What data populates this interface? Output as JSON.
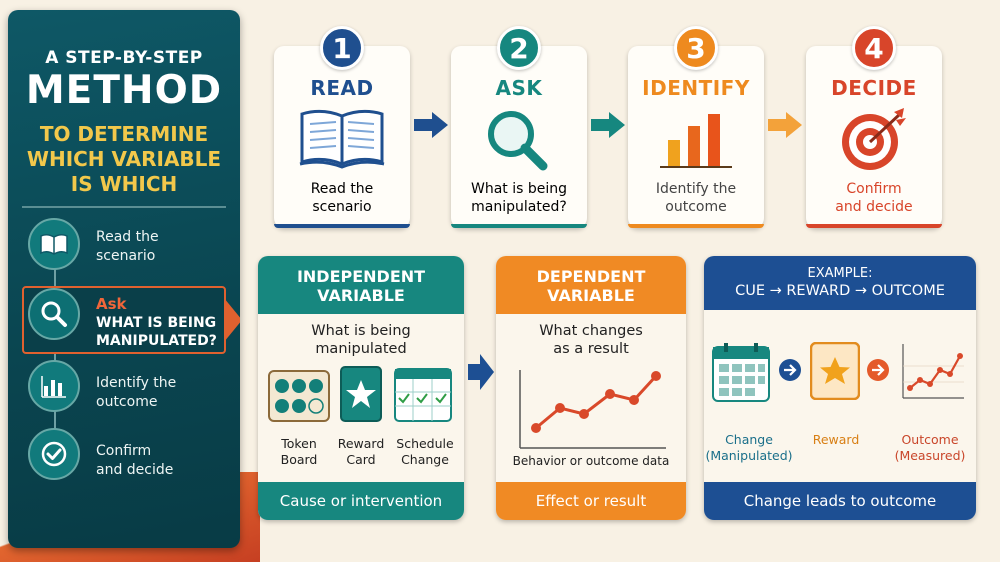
{
  "sidebar": {
    "title_line1": "A STEP-BY-STEP",
    "title_line2": "METHOD",
    "subtitle_line1": "TO DETERMINE",
    "subtitle_line2": "WHICH VARIABLE",
    "subtitle_line3": "IS WHICH",
    "steps": [
      {
        "line1": "Read the",
        "line2": "scenario",
        "icon": "book-icon"
      },
      {
        "line1": "Ask",
        "line2": "WHAT IS BEING",
        "line3": "MANIPULATED?",
        "icon": "magnifier-icon"
      },
      {
        "line1": "Identify the",
        "line2": "outcome",
        "icon": "bar-chart-icon"
      },
      {
        "line1": "Confirm",
        "line2": "and decide",
        "icon": "checkmark-icon"
      }
    ]
  },
  "steps": [
    {
      "number": "1",
      "title": "READ",
      "desc_line1": "Read the",
      "desc_line2": "scenario",
      "color": "#1f4f8f",
      "icon": "open-book-icon"
    },
    {
      "number": "2",
      "title": "ASK",
      "desc_line1": "What is being",
      "desc_line2": "manipulated?",
      "color": "#16877f",
      "icon": "magnifying-glass-icon"
    },
    {
      "number": "3",
      "title": "IDENTIFY",
      "desc_line1": "Identify the",
      "desc_line2": "outcome",
      "color": "#ee8a1f",
      "icon": "bar-chart-icon"
    },
    {
      "number": "4",
      "title": "DECIDE",
      "desc_line1": "Confirm",
      "desc_line2": "and decide",
      "color": "#d8452a",
      "icon": "target-icon"
    }
  ],
  "independent": {
    "title_line1": "INDEPENDENT",
    "title_line2": "VARIABLE",
    "sub_line1": "What is being",
    "sub_line2": "manipulated",
    "items": [
      {
        "line1": "Token",
        "line2": "Board"
      },
      {
        "line1": "Reward",
        "line2": "Card"
      },
      {
        "line1": "Schedule",
        "line2": "Change"
      }
    ],
    "footer": "Cause or intervention",
    "color": "#17877f"
  },
  "dependent": {
    "title_line1": "DEPENDENT",
    "title_line2": "VARIABLE",
    "sub_line1": "What changes",
    "sub_line2": "as a result",
    "chart_caption": "Behavior or outcome data",
    "footer": "Effect or result",
    "color": "#f08a24"
  },
  "example": {
    "title_line1": "EXAMPLE:",
    "title_line2": "CUE → REWARD → OUTCOME",
    "items": [
      {
        "line1": "Change",
        "line2": "(Manipulated)",
        "color": "#1a6f8a"
      },
      {
        "line1": "Reward",
        "line2": "",
        "color": "#d87f14"
      },
      {
        "line1": "Outcome",
        "line2": "(Measured)",
        "color": "#c9462a"
      }
    ],
    "footer": "Change leads to outcome",
    "color": "#1d4f93"
  }
}
